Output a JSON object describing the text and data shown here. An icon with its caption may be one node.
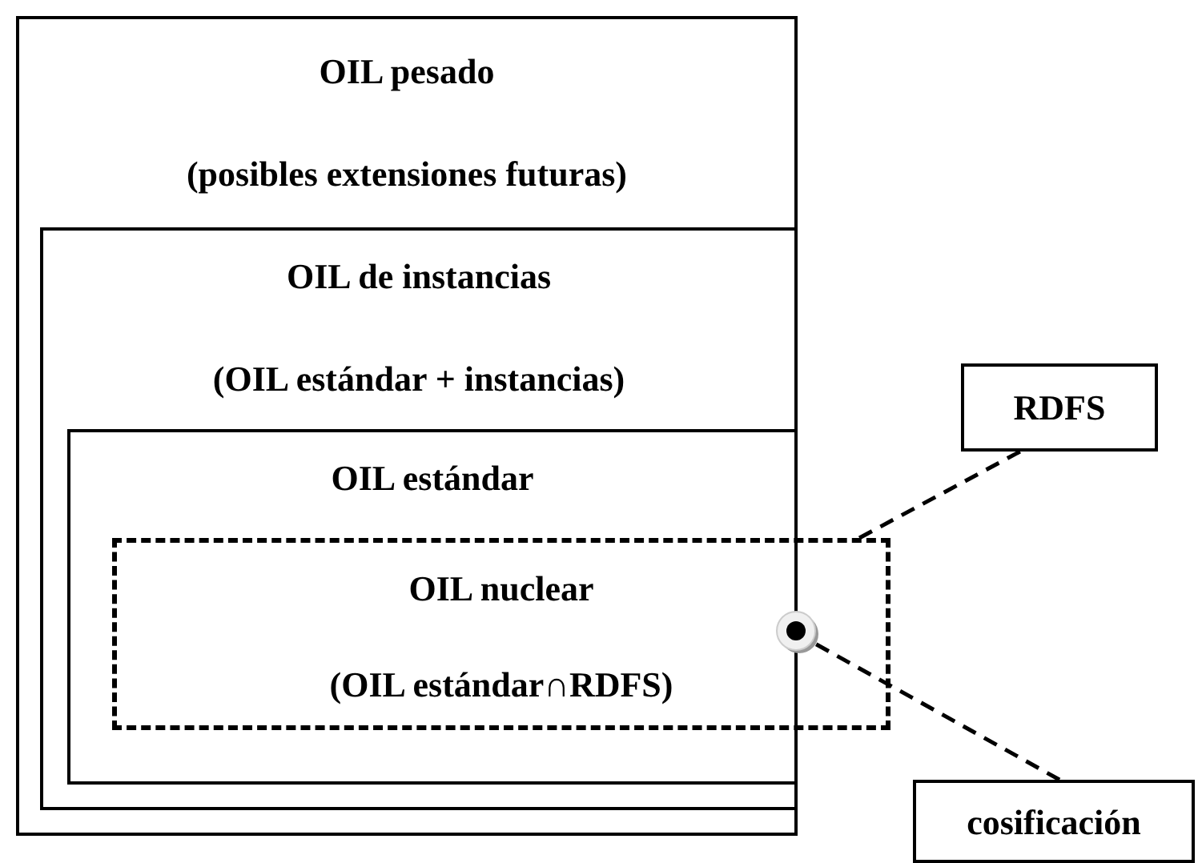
{
  "diagram": {
    "nodes": [
      {
        "text": [
          "OIL pesado",
          "(posibles extensiones futuras)"
        ]
      },
      {
        "text": [
          "OIL de instancias",
          "(OIL estándar + instancias)"
        ],
        "in": 0
      },
      {
        "text": [
          "OIL estándar"
        ],
        "in": 1
      },
      {
        "text": [
          "OIL nuclear",
          "(OIL estándar∩RDFS)"
        ]
      },
      {
        "text": [
          "RDFS"
        ]
      },
      {
        "text": [
          "cosificación"
        ]
      },
      {
        "text": [],
        "shape": "circle",
        "in": 3
      }
    ],
    "edges": [
      {
        "from": 4,
        "to": 3,
        "arrow": "none",
        "style": "dashed"
      },
      {
        "from": 6,
        "to": 5,
        "arrow": "none",
        "style": "dashed"
      }
    ]
  }
}
